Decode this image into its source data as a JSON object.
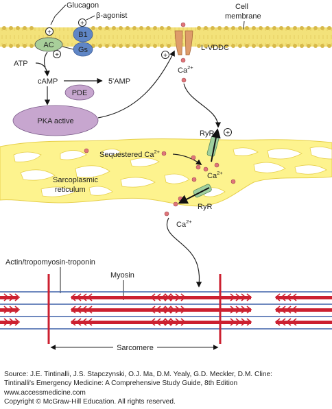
{
  "figure": {
    "labels": {
      "glucagon": "Glucagon",
      "beta_agonist": "β-agonist",
      "cell_membrane_line1": "Cell",
      "cell_membrane_line2": "membrane",
      "ac": "AC",
      "b1": "B1",
      "gs": "Gs",
      "atp": "ATP",
      "camp": "cAMP",
      "five_amp": "5'AMP",
      "pde": "PDE",
      "pka": "PKA active",
      "lvddc": "L-VDDC",
      "ca_base": "Ca",
      "ca_charge": "2+",
      "ryr": "RyR",
      "sequestered": "Sequestered Ca",
      "sarcoplasmic_line1": "Sarcoplasmic",
      "sarcoplasmic_line2": "reticulum",
      "actin": "Actin/tropomyosin-troponin",
      "myosin": "Myosin",
      "sarcomere": "Sarcomere",
      "plus": "+"
    },
    "colors": {
      "membrane": "#f3e27a",
      "ac": "#a8cf9a",
      "receptor": "#5f86c6",
      "pka": "#c7a6cf",
      "channel": "#de9c6a",
      "ryr": "#9fcf9f",
      "calcium": "#e0757a",
      "sr": "#fdf38e",
      "actin": "#3e60a8",
      "myosin": "#cc2030"
    }
  },
  "source": {
    "line1": "Source: J.E. Tintinalli, J.S. Stapczynski, O.J. Ma, D.M. Yealy, G.D. Meckler, D.M. Cline:",
    "line2": "Tintinalli's Emergency Medicine: A Comprehensive Study Guide, 8th Edition",
    "line3": "www.accessmedicine.com",
    "line4": "Copyright © McGraw-Hill Education.  All rights reserved."
  }
}
